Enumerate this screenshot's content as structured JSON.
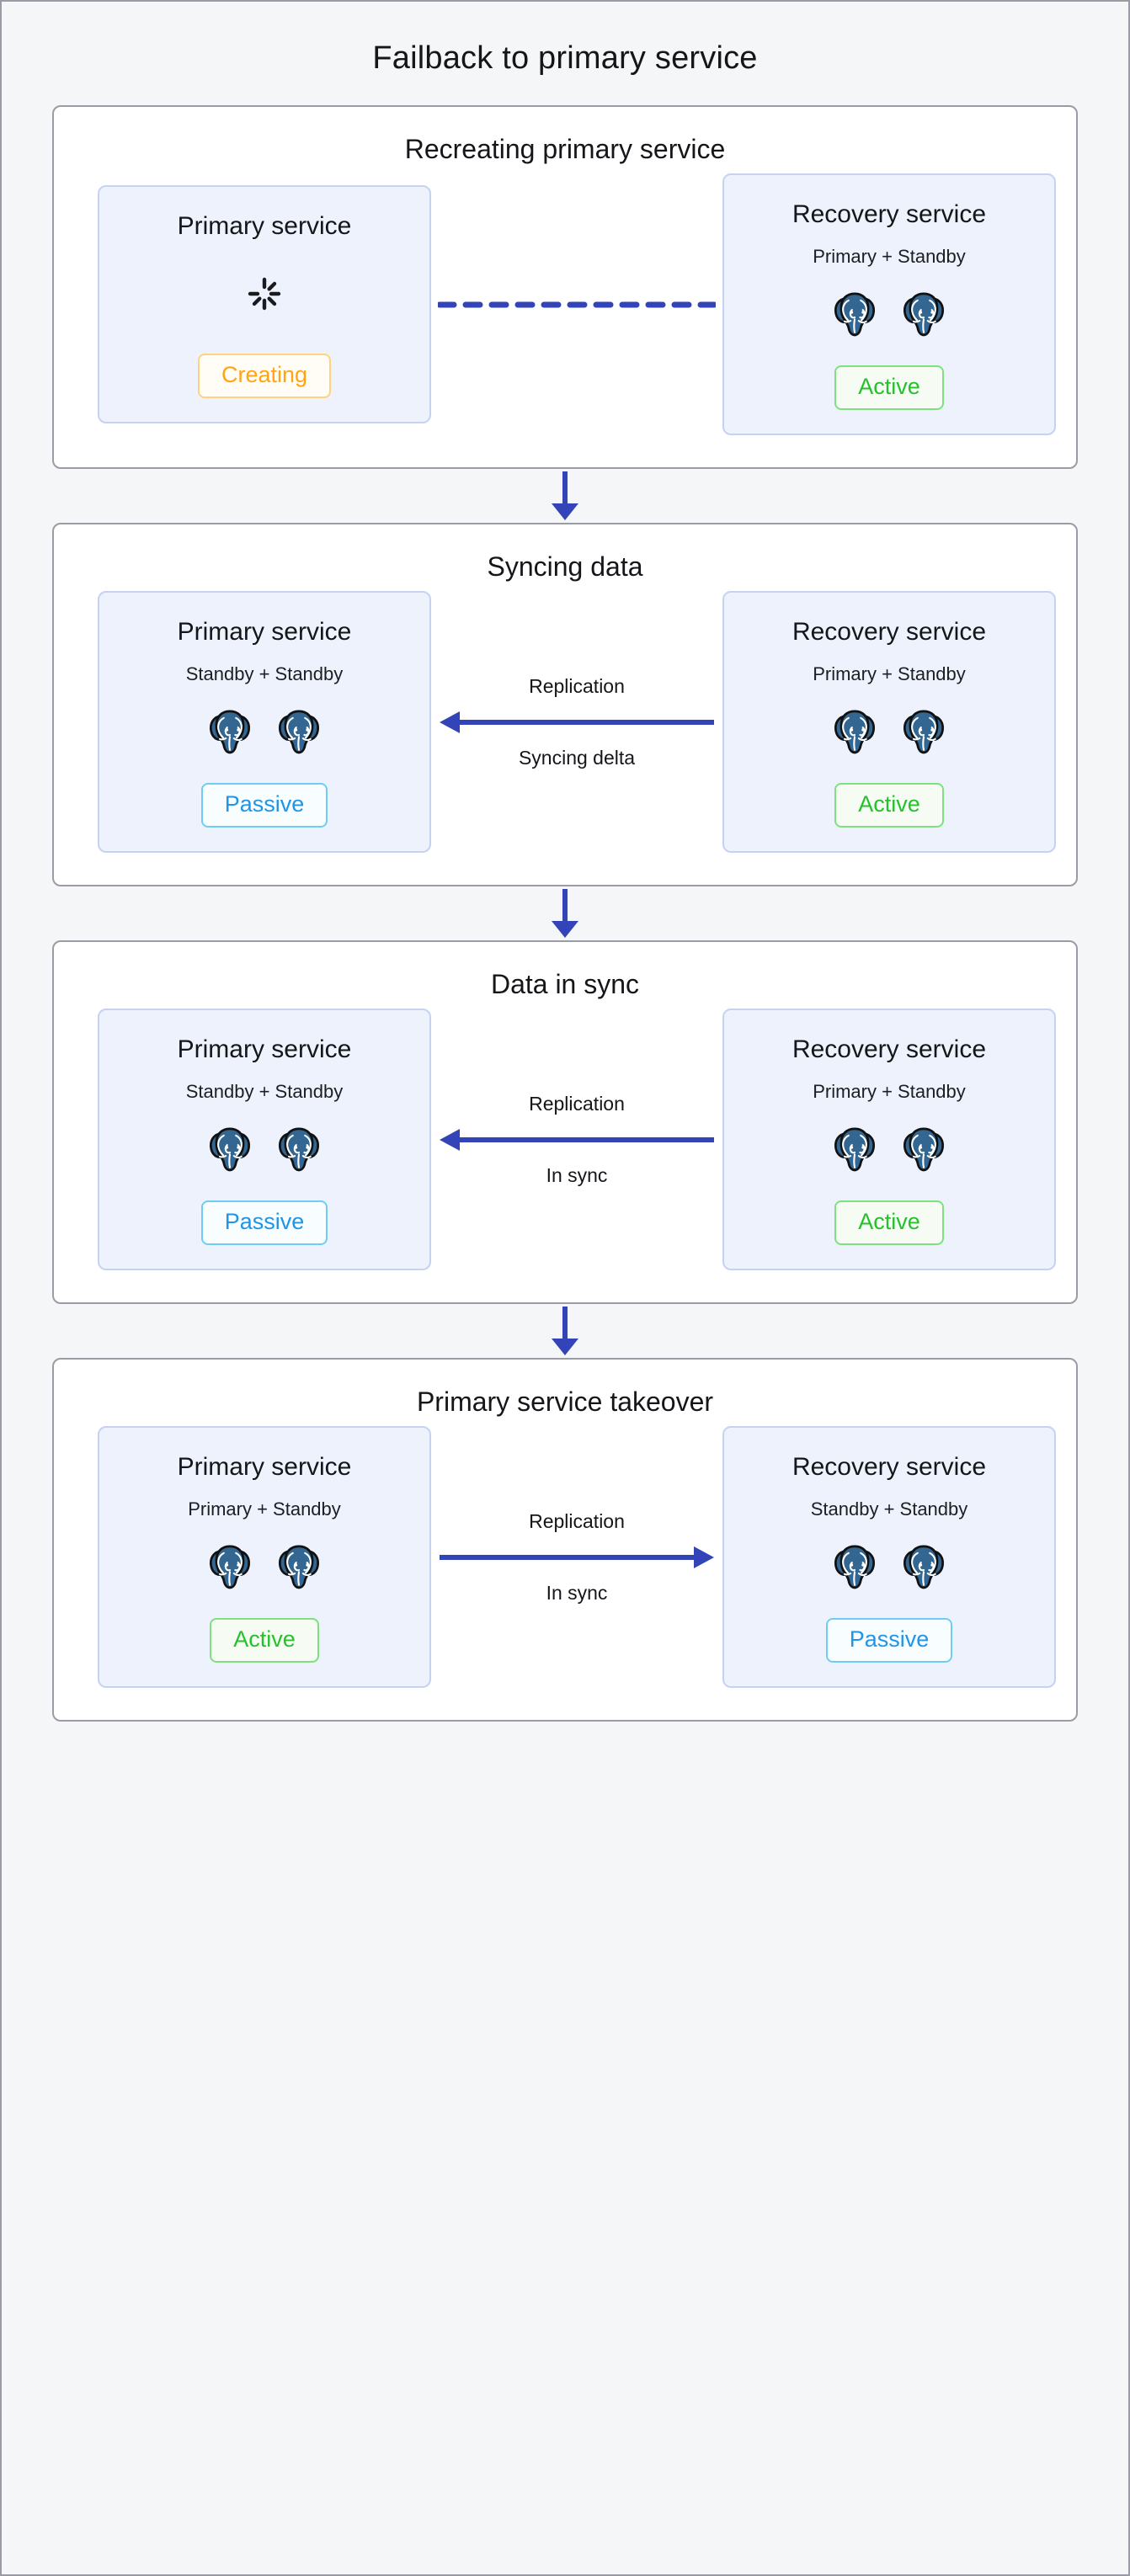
{
  "title": "Failback to primary service",
  "colors": {
    "page_bg": "#f5f6f7",
    "panel_border": "#9b9ba5",
    "card_bg": "#eef2fd",
    "card_border": "#c6d2ef",
    "arrow_blue": "#3344b8",
    "postgres_blue": "#336791",
    "status_creating": "#ffa412",
    "status_active": "#22c32a",
    "status_passive": "#1e95e8"
  },
  "icons": {
    "postgres": "postgres-elephant-icon",
    "spinner": "loading-spinner-icon",
    "step_arrow": "arrow-down-icon",
    "link_dashed": "dashed-link-icon",
    "replication_left": "arrow-left-icon",
    "replication_right": "arrow-right-icon"
  },
  "stages": [
    {
      "title": "Recreating primary service",
      "left": {
        "name": "Primary service",
        "subtitle": "",
        "nodes": 0,
        "spinner": true,
        "status": "Creating",
        "status_kind": "creating"
      },
      "connector": {
        "kind": "dashed",
        "direction": "none",
        "label_top": "",
        "label_bottom": ""
      },
      "right": {
        "name": "Recovery service",
        "subtitle": "Primary + Standby",
        "nodes": 2,
        "spinner": false,
        "status": "Active",
        "status_kind": "active"
      }
    },
    {
      "title": "Syncing data",
      "left": {
        "name": "Primary service",
        "subtitle": "Standby + Standby",
        "nodes": 2,
        "spinner": false,
        "status": "Passive",
        "status_kind": "passive"
      },
      "connector": {
        "kind": "arrow",
        "direction": "left",
        "label_top": "Replication",
        "label_bottom": "Syncing delta"
      },
      "right": {
        "name": "Recovery service",
        "subtitle": "Primary + Standby",
        "nodes": 2,
        "spinner": false,
        "status": "Active",
        "status_kind": "active"
      }
    },
    {
      "title": "Data in sync",
      "left": {
        "name": "Primary service",
        "subtitle": "Standby + Standby",
        "nodes": 2,
        "spinner": false,
        "status": "Passive",
        "status_kind": "passive"
      },
      "connector": {
        "kind": "arrow",
        "direction": "left",
        "label_top": "Replication",
        "label_bottom": "In sync"
      },
      "right": {
        "name": "Recovery service",
        "subtitle": "Primary + Standby",
        "nodes": 2,
        "spinner": false,
        "status": "Active",
        "status_kind": "active"
      }
    },
    {
      "title": "Primary service takeover",
      "left": {
        "name": "Primary service",
        "subtitle": "Primary + Standby",
        "nodes": 2,
        "spinner": false,
        "status": "Active",
        "status_kind": "active"
      },
      "connector": {
        "kind": "arrow",
        "direction": "right",
        "label_top": "Replication",
        "label_bottom": "In sync"
      },
      "right": {
        "name": "Recovery service",
        "subtitle": "Standby + Standby",
        "nodes": 2,
        "spinner": false,
        "status": "Passive",
        "status_kind": "passive"
      }
    }
  ]
}
